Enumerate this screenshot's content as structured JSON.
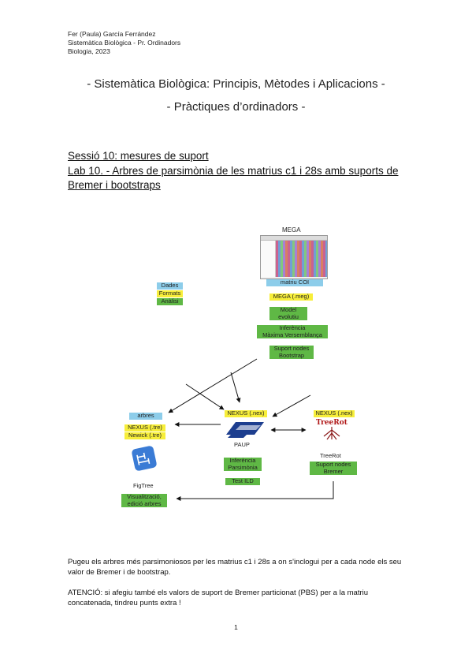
{
  "header": {
    "author": "Fer (Paula) García Ferrández",
    "course": "Sistemàtica Biològica - Pr. Ordinadors",
    "year": "Biologia, 2023"
  },
  "title": {
    "main": "- Sistemàtica Biològica: Principis, Mètodes i Aplicacions -",
    "sub": "- Pràctiques d’ordinadors -"
  },
  "session": {
    "heading": "Sessió 10: mesures de suport",
    "lab": "Lab 10. - Arbres de parsimònia de les matrius c1 i 28s amb suports de Bremer i bootstraps"
  },
  "diagram": {
    "legend": {
      "data": "Dades",
      "formats": "Formats",
      "analysis": "Anàlisi"
    },
    "mega": {
      "label": "MEGA",
      "matrix": "matriu COI",
      "format": "MEGA (.meg)",
      "model": [
        "Model",
        "evolutiu"
      ],
      "inference": [
        "Inferència",
        "Màxima Versemblança"
      ],
      "support": [
        "Suport nodes",
        "Bootstrap"
      ]
    },
    "paup": {
      "format": "NEXUS (.nex)",
      "label": "PAUP",
      "inference": [
        "Inferència",
        "Parsimònia"
      ],
      "test": "Test ILD"
    },
    "treerot": {
      "format": "NEXUS (.nex)",
      "logo": "TreeRot",
      "label": "TreeRot",
      "support": [
        "Suport nodes",
        "Bremer"
      ]
    },
    "figtree": {
      "trees": "arbres",
      "format1": "NEXUS (.tre)",
      "format2": "Newick (.tre)",
      "label": "FigTree",
      "visual": [
        "Visualització,",
        "edició arbres"
      ]
    },
    "colors": {
      "analysis": "#5fb845",
      "format": "#f7ee3a",
      "data": "#8dcdea"
    }
  },
  "body": {
    "para1": "Pugeu els arbres més parsimoniosos per les matrius c1 i 28s a on s'inclogui per a cada node els seu valor de Bremer i de bootstrap.",
    "para2": "ATENCIÓ: si afegiu també els valors de suport de Bremer particionat (PBS) per a la matriu concatenada, tindreu punts extra !"
  },
  "page_number": "1"
}
